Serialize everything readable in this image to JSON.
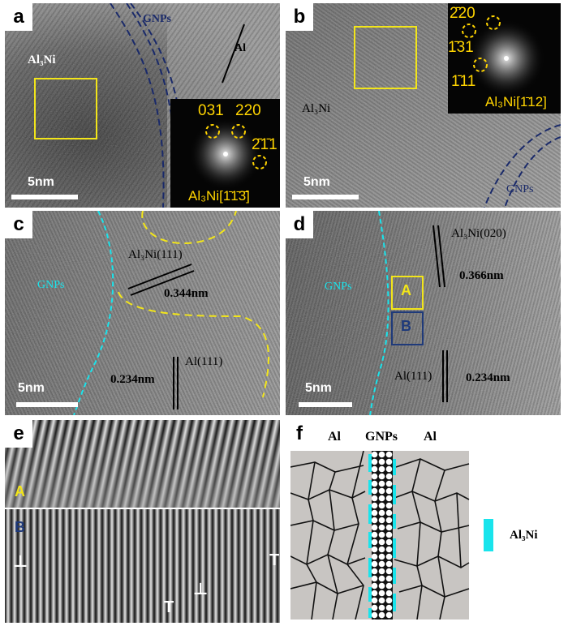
{
  "panels": {
    "a": {
      "letter": "a",
      "scale_bar": "5nm",
      "phase_label": "Al₃Ni",
      "gnps_label": "GNPs",
      "al_label": "Al",
      "fft_title": "Al₃Ni[1̄1̄3̄]",
      "fft_spots": [
        "031",
        "220",
        "2̄1̄1"
      ]
    },
    "b": {
      "letter": "b",
      "scale_bar": "5nm",
      "phase_label": "Al₃Ni",
      "gnps_label": "GNPs",
      "fft_title": "Al₃Ni[1̄12]",
      "fft_spots": [
        "2̄20",
        "1̄31",
        "1̄11"
      ]
    },
    "c": {
      "letter": "c",
      "scale_bar": "5nm",
      "gnps_label": "GNPs",
      "plane1": "Al₃Ni(111)",
      "d1": "0.344nm",
      "plane2": "Al(111)",
      "d2": "0.234nm"
    },
    "d": {
      "letter": "d",
      "scale_bar": "5nm",
      "gnps_label": "GNPs",
      "plane1": "Al₃Ni(020)",
      "d1": "0.366nm",
      "plane2": "Al(111)",
      "d2": "0.234nm",
      "box_a": "A",
      "box_b": "B"
    },
    "e": {
      "letter": "e",
      "label_a": "A",
      "label_b": "B",
      "dislocations": [
        "⊥",
        "T",
        "T",
        "⊥"
      ]
    },
    "f": {
      "letter": "f",
      "al_left": "Al",
      "gnps": "GNPs",
      "al_right": "Al",
      "legend": "Al₃Ni"
    }
  },
  "colors": {
    "yellow": "#f2e51a",
    "navy": "#1f3a7a",
    "cyan": "#19e4ec",
    "grain": "#c8c5c2"
  }
}
